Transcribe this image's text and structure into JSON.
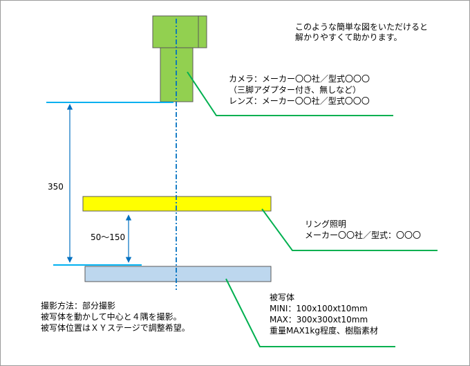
{
  "request_note": {
    "line1": "このような簡単な図をいただけると",
    "line2": "解かりやすくて助かります。"
  },
  "camera_callout": {
    "line1": "カメラ：メーカー〇〇社／型式〇〇〇",
    "line2": "（三脚アダプター付き、無しなど）",
    "line3": "レンズ：メーカー〇〇社／型式〇〇〇"
  },
  "dimensions": {
    "camera_to_stage": "350",
    "light_to_stage": "50～150"
  },
  "ring_light_callout": {
    "line1": "リング照明",
    "line2": "メーカー〇〇社／型式：〇〇〇"
  },
  "subject_callout": {
    "title": "被写体",
    "line1": "MINI：100x100xt10mm",
    "line2": "MAX：300x300xt10mm",
    "line3": "重量MAX1kg程度、樹脂素材"
  },
  "shooting_notes": {
    "line1": "撮影方法：部分撮影",
    "line2": "被写体を動かして中心と４隅を撮影。",
    "line3": "被写体位置はＸＹステージで調整希望。"
  },
  "colors": {
    "camera_fill": "#92d050",
    "ring_light_fill": "#ffff00",
    "subject_fill": "#bdd7ee",
    "leader_line": "#00b050",
    "axis_line": "#0070c0",
    "dimension_line": "#00b0f0"
  }
}
